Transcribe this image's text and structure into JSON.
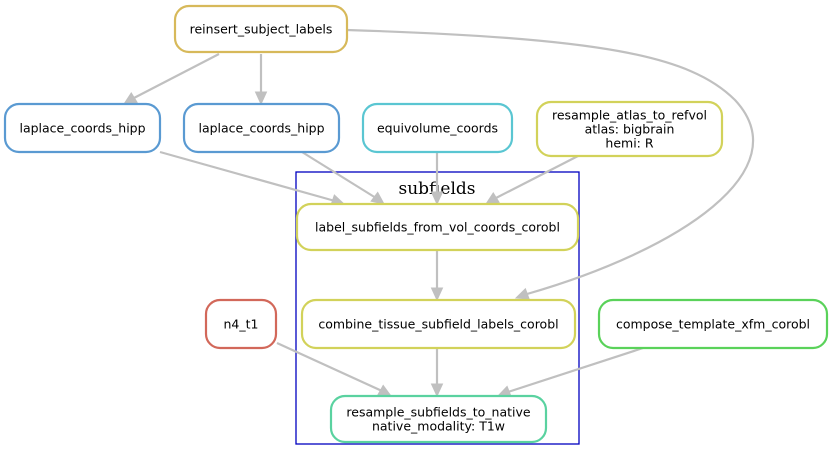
{
  "colors": {
    "edge": "#c0c0c0",
    "cluster_border": "#0000c0",
    "gold": "#d7b95a",
    "blue": "#5a9ad2",
    "teal": "#5ac6d2",
    "olive": "#d2d25a",
    "red": "#d2685a",
    "green": "#5ad25a",
    "mint": "#5ad2a0"
  },
  "cluster": {
    "label": "subfields"
  },
  "nodes": {
    "reinsert_subject_labels": {
      "lines": [
        "reinsert_subject_labels"
      ],
      "color": "gold"
    },
    "laplace_coords_hipp_1": {
      "lines": [
        "laplace_coords_hipp"
      ],
      "color": "blue"
    },
    "laplace_coords_hipp_2": {
      "lines": [
        "laplace_coords_hipp"
      ],
      "color": "blue"
    },
    "equivolume_coords": {
      "lines": [
        "equivolume_coords"
      ],
      "color": "teal"
    },
    "resample_atlas_to_refvol": {
      "lines": [
        "resample_atlas_to_refvol",
        "atlas: bigbrain",
        "hemi: R"
      ],
      "color": "olive"
    },
    "label_subfields_from_vol_coords_corobl": {
      "lines": [
        "label_subfields_from_vol_coords_corobl"
      ],
      "color": "olive"
    },
    "combine_tissue_subfield_labels_corobl": {
      "lines": [
        "combine_tissue_subfield_labels_corobl"
      ],
      "color": "olive"
    },
    "n4_t1": {
      "lines": [
        "n4_t1"
      ],
      "color": "red"
    },
    "compose_template_xfm_corobl": {
      "lines": [
        "compose_template_xfm_corobl"
      ],
      "color": "green"
    },
    "resample_subfields_to_native": {
      "lines": [
        "resample_subfields_to_native",
        "native_modality: T1w"
      ],
      "color": "mint"
    }
  },
  "edges": [
    {
      "from": "reinsert_subject_labels",
      "to": "laplace_coords_hipp_1"
    },
    {
      "from": "reinsert_subject_labels",
      "to": "laplace_coords_hipp_2"
    },
    {
      "from": "reinsert_subject_labels",
      "to": "combine_tissue_subfield_labels_corobl"
    },
    {
      "from": "laplace_coords_hipp_1",
      "to": "label_subfields_from_vol_coords_corobl"
    },
    {
      "from": "laplace_coords_hipp_2",
      "to": "label_subfields_from_vol_coords_corobl"
    },
    {
      "from": "equivolume_coords",
      "to": "label_subfields_from_vol_coords_corobl"
    },
    {
      "from": "resample_atlas_to_refvol",
      "to": "label_subfields_from_vol_coords_corobl"
    },
    {
      "from": "label_subfields_from_vol_coords_corobl",
      "to": "combine_tissue_subfield_labels_corobl"
    },
    {
      "from": "combine_tissue_subfield_labels_corobl",
      "to": "resample_subfields_to_native"
    },
    {
      "from": "n4_t1",
      "to": "resample_subfields_to_native"
    },
    {
      "from": "compose_template_xfm_corobl",
      "to": "resample_subfields_to_native"
    }
  ]
}
